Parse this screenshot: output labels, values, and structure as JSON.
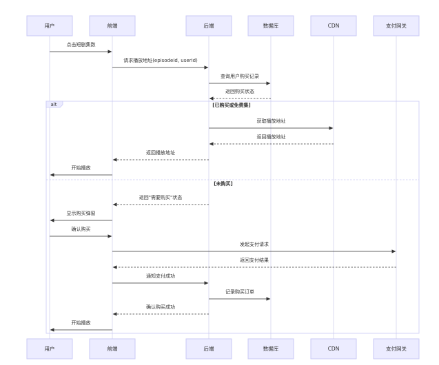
{
  "participants": [
    {
      "id": "user",
      "label": "用户"
    },
    {
      "id": "frontend",
      "label": "前端"
    },
    {
      "id": "backend",
      "label": "后端"
    },
    {
      "id": "db",
      "label": "数据库"
    },
    {
      "id": "cdn",
      "label": "CDN"
    },
    {
      "id": "pay",
      "label": "支付网关"
    }
  ],
  "alt_frame": {
    "label": "alt",
    "section1_condition": "[已购买或免费集]",
    "section2_condition": "[未购买]"
  },
  "messages": [
    {
      "from": "user",
      "to": "frontend",
      "text": "点击短剧集数",
      "dashed": false
    },
    {
      "from": "frontend",
      "to": "backend",
      "text": "请求播放地址(episodeId, userId)",
      "dashed": false
    },
    {
      "from": "backend",
      "to": "db",
      "text": "查询用户购买记录",
      "dashed": false
    },
    {
      "from": "db",
      "to": "backend",
      "text": "返回购买状态",
      "dashed": true
    },
    {
      "from": "backend",
      "to": "cdn",
      "text": "获取播放地址",
      "dashed": false
    },
    {
      "from": "cdn",
      "to": "backend",
      "text": "返回播放地址",
      "dashed": true
    },
    {
      "from": "backend",
      "to": "frontend",
      "text": "返回播放地址",
      "dashed": true
    },
    {
      "from": "frontend",
      "to": "user",
      "text": "开始播放",
      "dashed": false
    },
    {
      "from": "backend",
      "to": "frontend",
      "text": "返回\"需要购买\"状态",
      "dashed": true
    },
    {
      "from": "frontend",
      "to": "user",
      "text": "显示购买弹窗",
      "dashed": false
    },
    {
      "from": "user",
      "to": "frontend",
      "text": "确认购买",
      "dashed": false
    },
    {
      "from": "frontend",
      "to": "pay",
      "text": "发起支付请求",
      "dashed": false
    },
    {
      "from": "pay",
      "to": "frontend",
      "text": "返回支付结果",
      "dashed": true
    },
    {
      "from": "frontend",
      "to": "backend",
      "text": "通知支付成功",
      "dashed": false
    },
    {
      "from": "backend",
      "to": "db",
      "text": "记录购买订单",
      "dashed": false
    },
    {
      "from": "backend",
      "to": "frontend",
      "text": "确认购买成功",
      "dashed": true
    },
    {
      "from": "frontend",
      "to": "user",
      "text": "开始播放",
      "dashed": false
    }
  ]
}
